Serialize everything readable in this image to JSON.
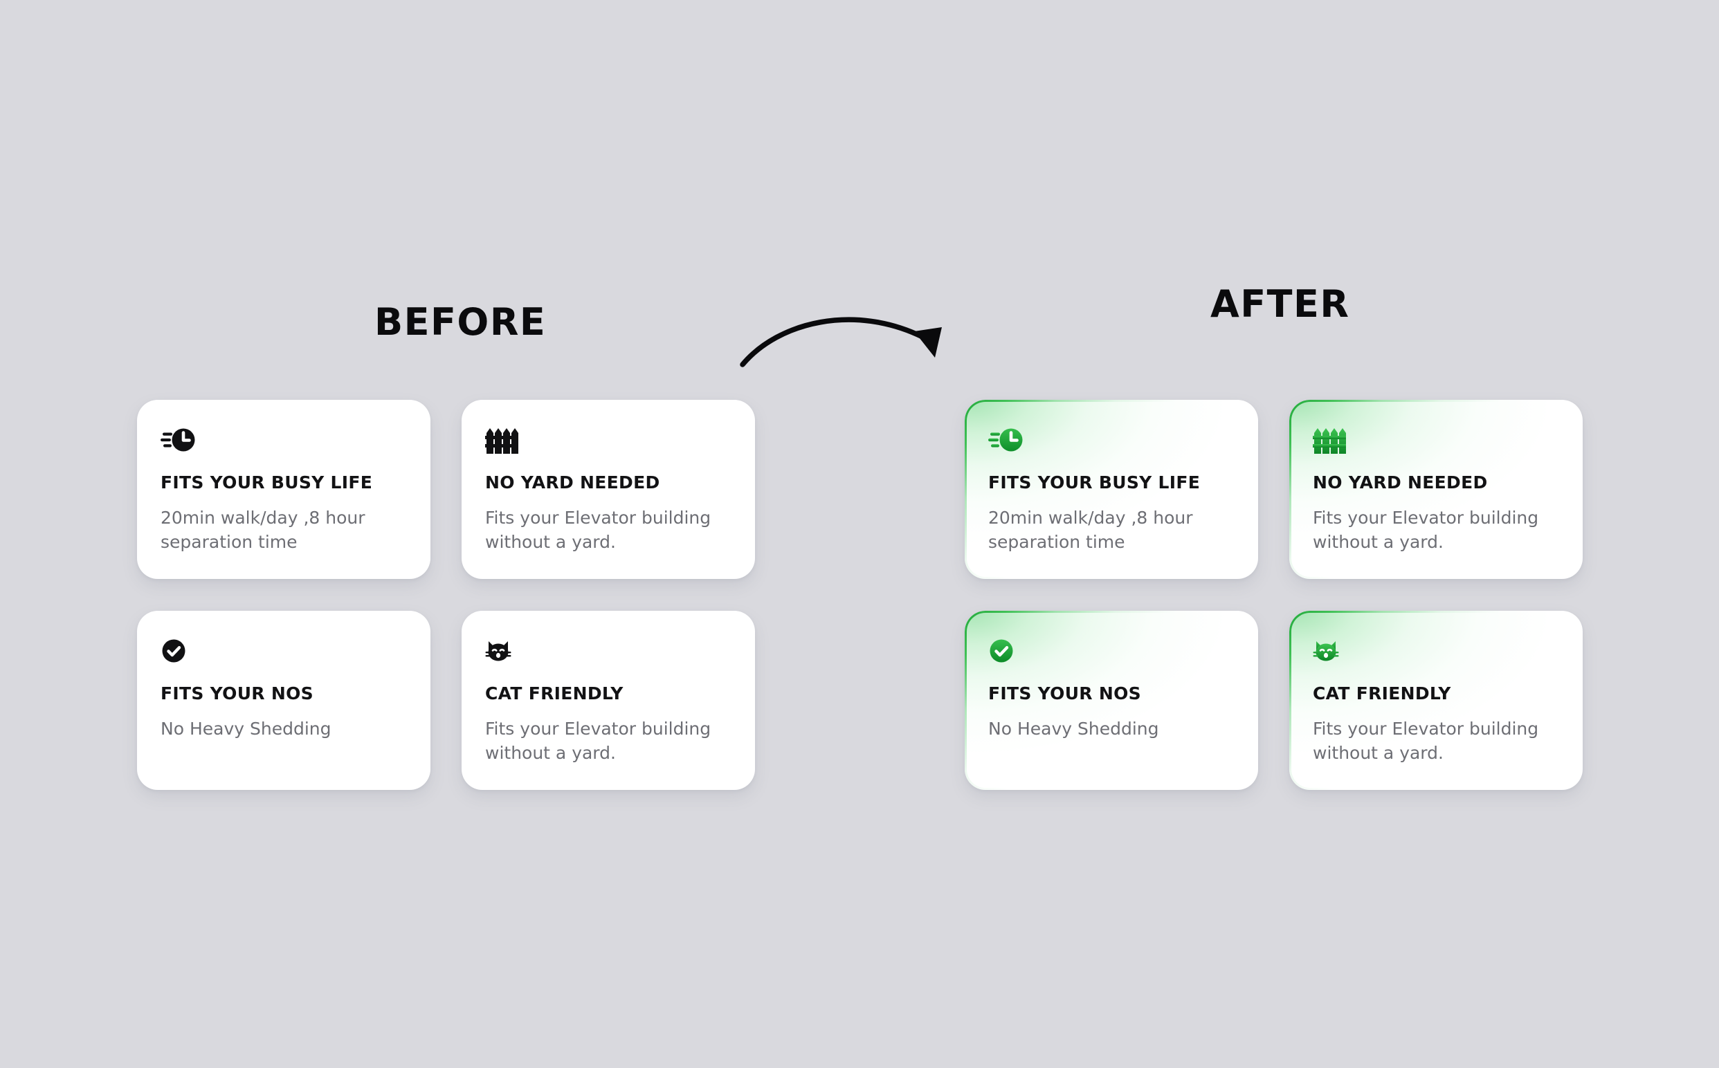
{
  "background_color": "#d9d9de",
  "accent_green": "#21a83a",
  "headings": {
    "before": "BEFORE",
    "after": "AFTER"
  },
  "arrow": {
    "name": "curved-arrow-before-to-after",
    "direction": "left-to-right"
  },
  "before": {
    "cards": [
      {
        "icon": "speed-clock-icon",
        "title": "FITS YOUR BUSY LIFE",
        "desc": "20min walk/day ,8 hour separation time"
      },
      {
        "icon": "fence-icon",
        "title": "NO YARD NEEDED",
        "desc": "Fits your Elevator building without a yard."
      },
      {
        "icon": "check-circle-icon",
        "title": "FITS YOUR NOS",
        "desc": "No Heavy Shedding"
      },
      {
        "icon": "cat-face-icon",
        "title": "CAT FRIENDLY",
        "desc": "Fits your Elevator building without a yard."
      }
    ]
  },
  "after": {
    "cards": [
      {
        "icon": "speed-clock-icon",
        "title": "FITS YOUR BUSY LIFE",
        "desc": "20min walk/day ,8 hour separation time"
      },
      {
        "icon": "fence-icon",
        "title": "NO YARD NEEDED",
        "desc": "Fits your Elevator building without a yard."
      },
      {
        "icon": "check-circle-icon",
        "title": "FITS YOUR NOS",
        "desc": "No Heavy Shedding"
      },
      {
        "icon": "cat-face-icon",
        "title": "CAT FRIENDLY",
        "desc": "Fits your Elevator building without a yard."
      }
    ]
  }
}
